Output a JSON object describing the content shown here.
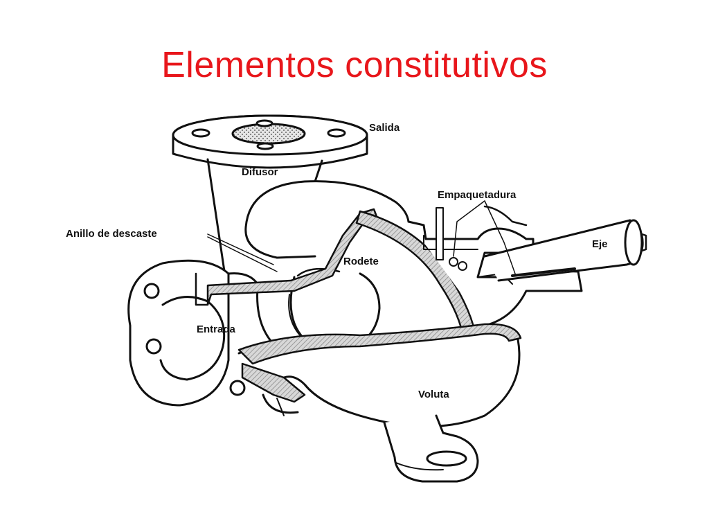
{
  "slide": {
    "title": "Elementos constitutivos",
    "title_color": "#e8161b"
  },
  "diagram": {
    "labels": {
      "salida": "Salida",
      "difusor": "Difusor",
      "empaquetadura": "Empaquetadura",
      "anillo": "Anillo de descaste",
      "rodete": "Rodete",
      "eje": "Eje",
      "entrada": "Entrada",
      "voluta": "Voluta"
    },
    "ink_color": "#111111",
    "hatch_color": "#9a9a9a"
  }
}
